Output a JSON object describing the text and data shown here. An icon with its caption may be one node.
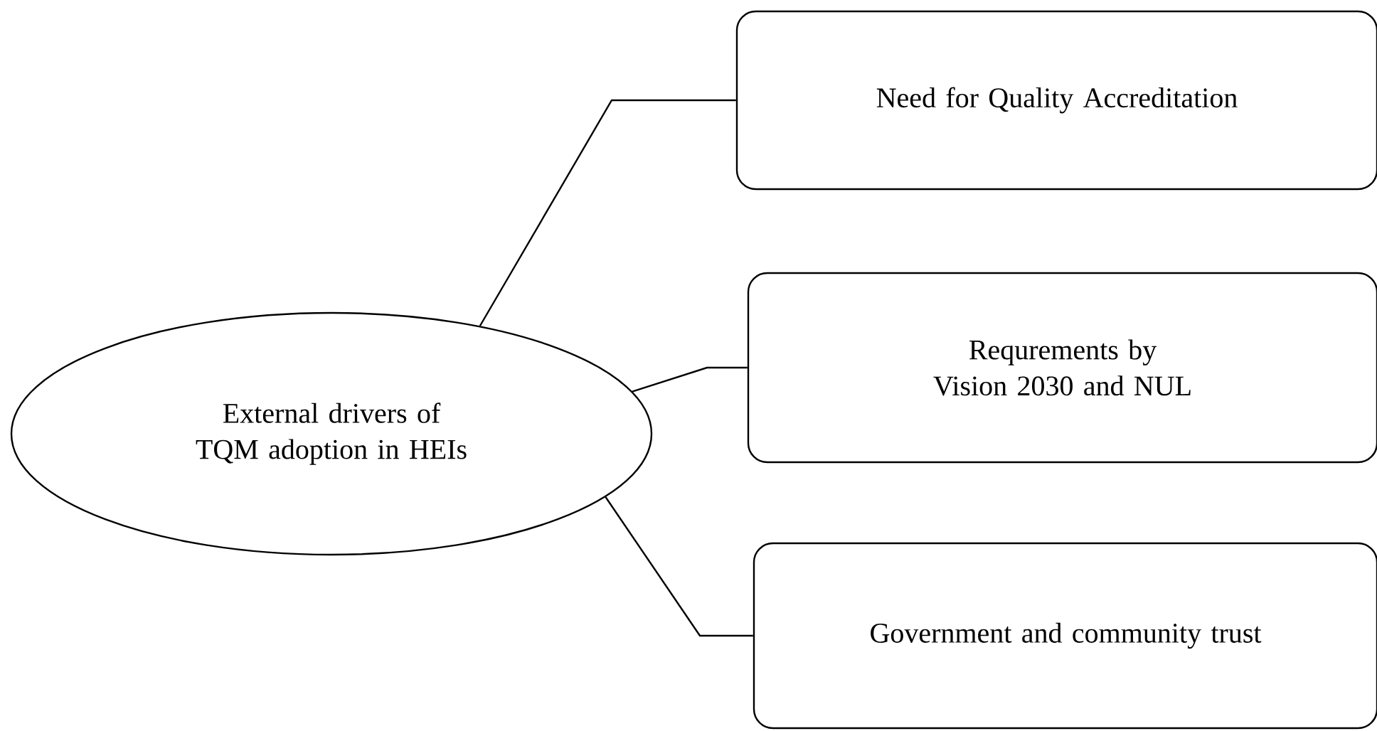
{
  "diagram": {
    "nodes": [
      {
        "text": [
          "External drivers of TQM adoption in HEIs"
        ]
      },
      {
        "text": [
          "Need for Quality Accreditation"
        ]
      },
      {
        "text": [
          "Requrements by Vision 2030 and NUL"
        ]
      },
      {
        "text": [
          "Government and community trust"
        ]
      }
    ],
    "edges": [
      {
        "from": 0,
        "to": 1,
        "arrow": "none"
      },
      {
        "from": 0,
        "to": 2,
        "arrow": "none"
      },
      {
        "from": 0,
        "to": 3,
        "arrow": "none"
      }
    ]
  }
}
